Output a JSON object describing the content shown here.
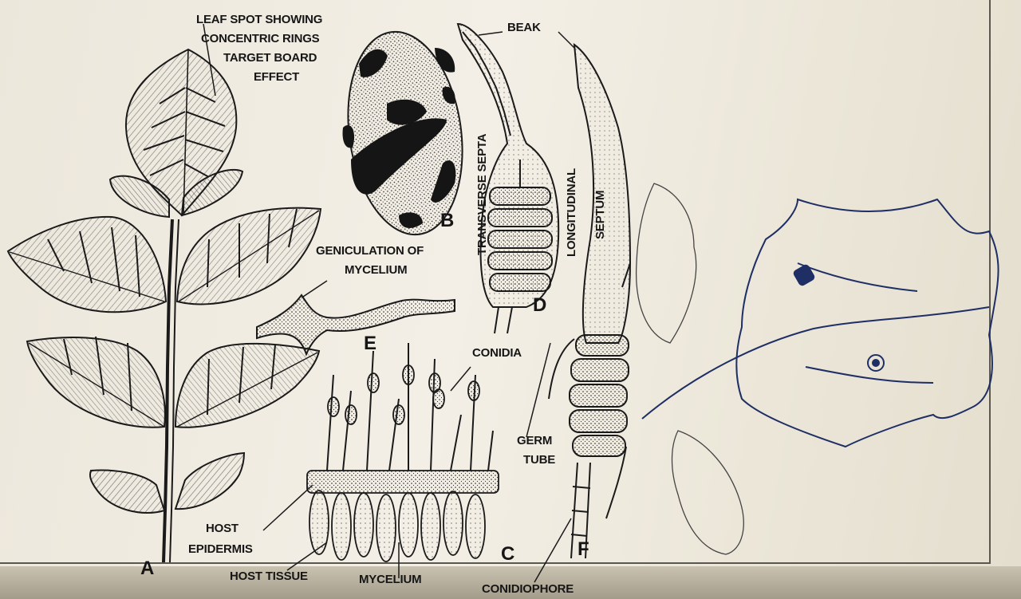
{
  "labels": {
    "leaf_spot_line1": "LEAF SPOT SHOWING",
    "leaf_spot_line2": "CONCENTRIC RINGS",
    "leaf_spot_line3": "TARGET BOARD",
    "leaf_spot_line4": "EFFECT",
    "beak": "BEAK",
    "transverse_septa": "TRANSVERSE SEPTA",
    "longitudinal_line1": "LONGITUDINAL",
    "longitudinal_line2": "SEPTUM",
    "geniculation_line1": "GENICULATION OF",
    "geniculation_line2": "MYCELIUM",
    "conidia": "CONIDIA",
    "germ_tube_line1": "GERM",
    "germ_tube_line2": "TUBE",
    "host_epidermis_line1": "HOST",
    "host_epidermis_line2": "EPIDERMIS",
    "host_tissue": "HOST TISSUE",
    "mycelium": "MYCELIUM",
    "conidiophore": "CONIDIOPHORE"
  },
  "figure_letters": {
    "a": "A",
    "b": "B",
    "c": "C",
    "d": "D",
    "e": "E",
    "f": "F"
  },
  "colors": {
    "ink": "#161616",
    "paper": "#efebe0",
    "pen_blue": "#1f2f66"
  }
}
